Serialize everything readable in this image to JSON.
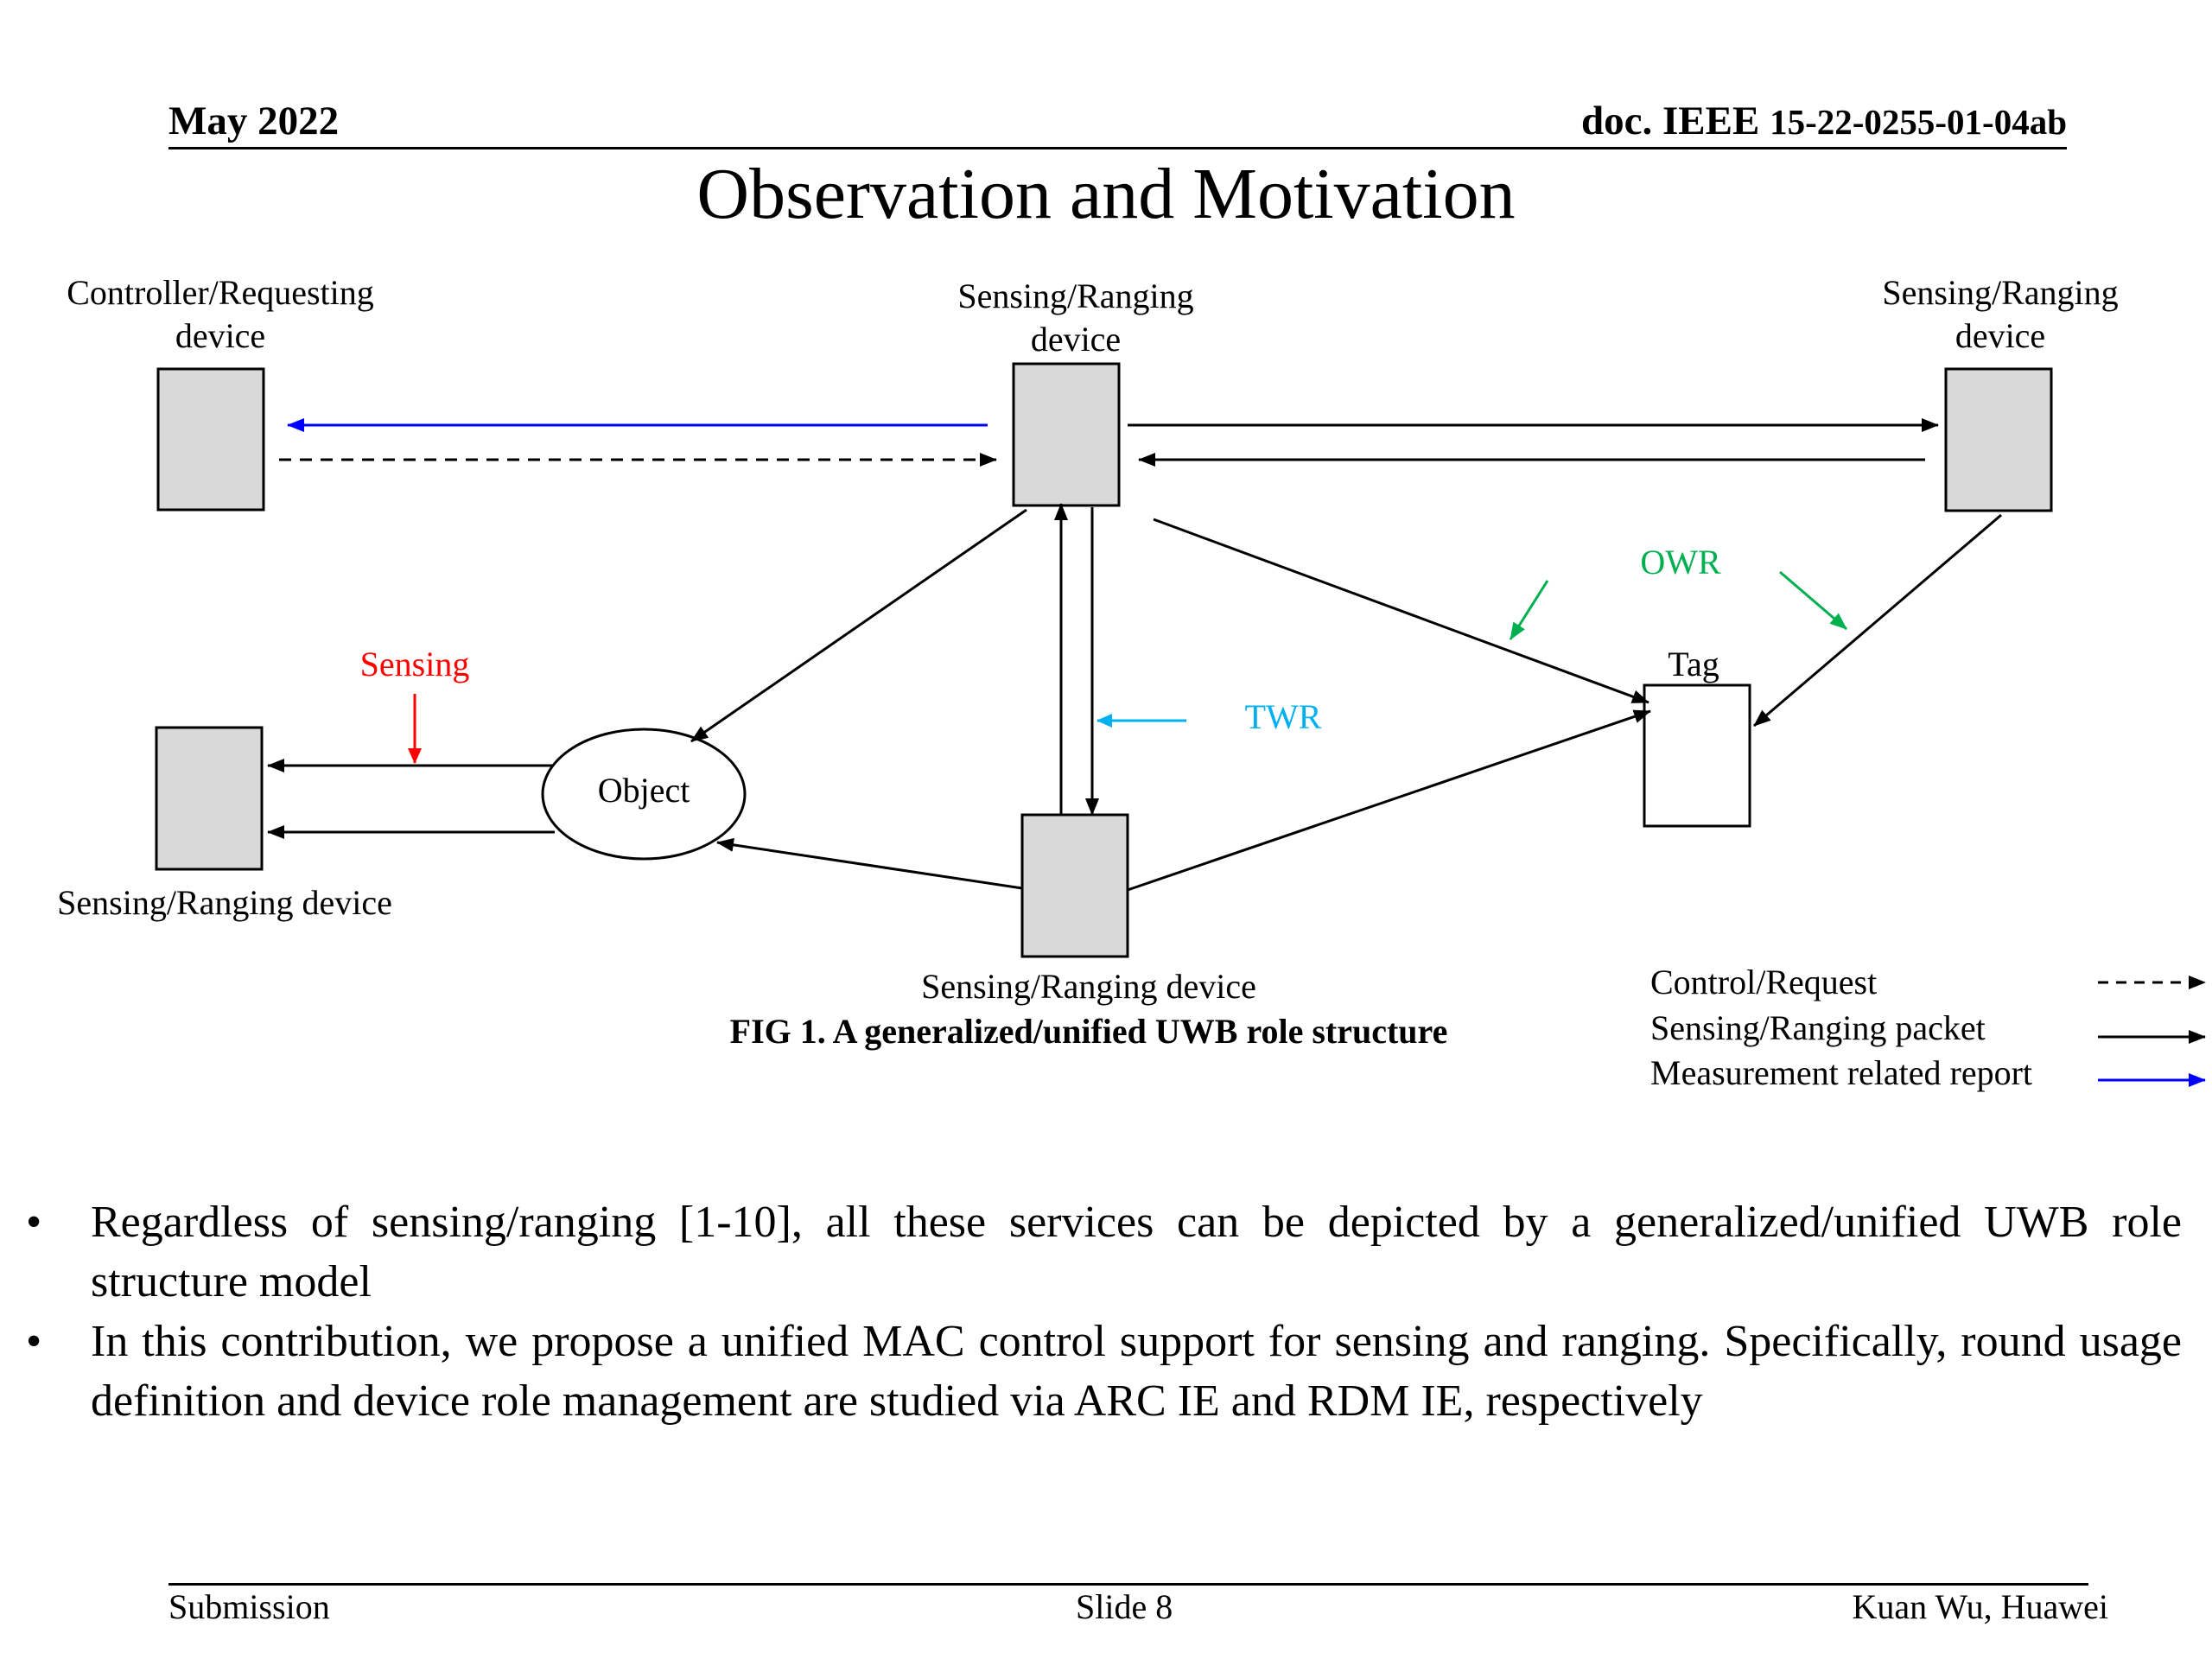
{
  "header": {
    "date": "May 2022",
    "doc_prefix": "doc. IEEE ",
    "doc_number": "15-22-0255-01-04ab"
  },
  "title": "Observation and Motivation",
  "diagram": {
    "controller_label_line1": "Controller/Requesting",
    "controller_label_line2": "device",
    "center_top_label_line1": "Sensing/Ranging",
    "center_top_label_line2": "device",
    "right_top_label_line1": "Sensing/Ranging",
    "right_top_label_line2": "device",
    "left_bottom_label": "Sensing/Ranging device",
    "center_bottom_label": "Sensing/Ranging device",
    "object_label": "Object",
    "tag_label": "Tag",
    "sensing_label": "Sensing",
    "twr_label": "TWR",
    "owr_label": "OWR",
    "colors": {
      "device_fill": "#d9d9d9",
      "report_arrow": "#0000ff",
      "sensing": "#ff0000",
      "twr": "#00b0f0",
      "owr": "#00b050"
    },
    "caption": "FIG 1. A generalized/unified UWB role structure",
    "legend": [
      {
        "label": "Control/Request",
        "style": "dashed"
      },
      {
        "label": "Sensing/Ranging packet",
        "style": "solid"
      },
      {
        "label": "Measurement related report",
        "style": "blue"
      }
    ]
  },
  "bullets": [
    "Regardless of sensing/ranging [1-10], all these services can be depicted by a generalized/unified UWB role structure model",
    "In this contribution, we propose a unified MAC control support for sensing and ranging. Specifically, round usage definition and device role management are studied via ARC IE and RDM IE, respectively"
  ],
  "footer": {
    "left": "Submission",
    "center": "Slide 8",
    "right": "Kuan Wu, Huawei"
  }
}
